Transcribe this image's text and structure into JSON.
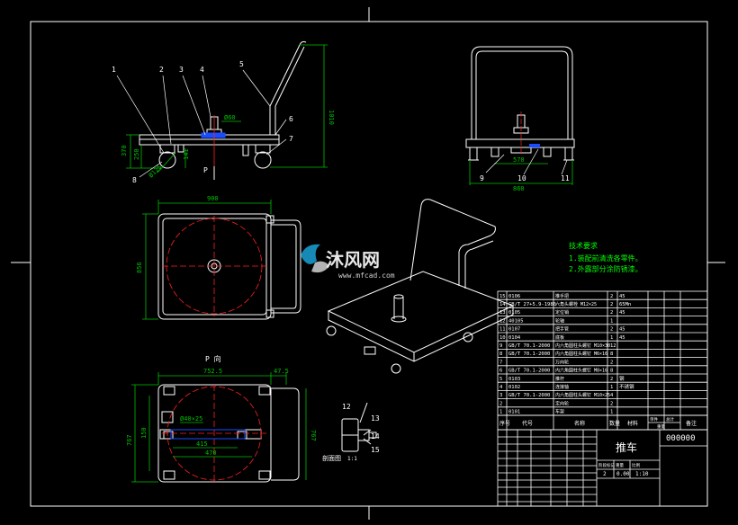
{
  "colors": {
    "background": "#000000",
    "outline": "#ffffff",
    "dimension": "#00c000",
    "centerline": "#ff2020",
    "leader": "#ffffff",
    "hidden": "#4060ff",
    "note": "#00ff00",
    "accent": "#ffff00",
    "watermark": "#1aa1d6"
  },
  "watermark": {
    "brand": "沐风网",
    "url": "www.mfcad.com"
  },
  "balloons": [
    "1",
    "2",
    "3",
    "4",
    "5",
    "6",
    "7",
    "8",
    "9",
    "10",
    "11",
    "12",
    "13",
    "14",
    "15"
  ],
  "dims": {
    "side_height": "1010",
    "side_h1": "370",
    "side_h2": "250",
    "side_h3": "141",
    "side_wheel": "Ø125",
    "side_handle": "Ø60",
    "front_w1": "570",
    "front_w2": "860",
    "top_width": "900",
    "top_depth": "856",
    "plan_w1": "752.5",
    "plan_w2": "47.5",
    "plan_d1": "767",
    "plan_d2": "767",
    "plan_shaft": "Ø40×25",
    "plan_a": "415",
    "plan_b": "470",
    "plan_c": "150"
  },
  "view_labels": {
    "p_mark": "P",
    "p_view": "P 向",
    "section": "剖面图",
    "section_scale": "1:1"
  },
  "notes": {
    "heading": "技术要求",
    "items": [
      "1.装配前清洗各零件。",
      "2.外露部分涂防锈漆。"
    ]
  },
  "bom": [
    {
      "no": "15",
      "code": "0106",
      "name": "推手把",
      "qty": "2",
      "mat": "45"
    },
    {
      "no": "14",
      "code": "GB/T 27+5.9-1986",
      "name": "六角头螺栓 M12×25",
      "qty": "2",
      "mat": "65Mn"
    },
    {
      "no": "13",
      "code": "0105",
      "name": "定位销",
      "qty": "2",
      "mat": "45"
    },
    {
      "no": "12",
      "code": "40105",
      "name": "轮轴",
      "qty": "1",
      "mat": ""
    },
    {
      "no": "11",
      "code": "0107",
      "name": "把手管",
      "qty": "2",
      "mat": "45"
    },
    {
      "no": "10",
      "code": "0104",
      "name": "底板",
      "qty": "1",
      "mat": "45"
    },
    {
      "no": "9",
      "code": "GB/T 70.1-2000",
      "name": "内六角圆柱头螺钉 M10×30",
      "qty": "12",
      "mat": ""
    },
    {
      "no": "8",
      "code": "GB/T 70.1-2000",
      "name": "内六角圆柱头螺钉 M6×16",
      "qty": "8",
      "mat": ""
    },
    {
      "no": "7",
      "code": "",
      "name": "万向轮",
      "qty": "2",
      "mat": ""
    },
    {
      "no": "6",
      "code": "GB/T 70.1-2000",
      "name": "内六角圆柱头螺钉 M8×16",
      "qty": "8",
      "mat": ""
    },
    {
      "no": "5",
      "code": "0103",
      "name": "推杆",
      "qty": "2",
      "mat": "钢"
    },
    {
      "no": "4",
      "code": "0102",
      "name": "连接轴",
      "qty": "1",
      "mat": "不锈钢"
    },
    {
      "no": "3",
      "code": "GB/T 70.1-2000",
      "name": "内六角圆柱头螺钉 M10×25",
      "qty": "4",
      "mat": ""
    },
    {
      "no": "2",
      "code": "",
      "name": "定向轮",
      "qty": "2",
      "mat": ""
    },
    {
      "no": "1",
      "code": "0101",
      "name": "车架",
      "qty": "1",
      "mat": ""
    }
  ],
  "bom_header": {
    "no": "序号",
    "code": "代号",
    "name": "名称",
    "qty": "数量",
    "mat": "材料",
    "unit": "单件",
    "total": "总计",
    "weight": "重量",
    "remark": "备注"
  },
  "title_block": {
    "title": "推车",
    "drawing_no": "000000",
    "stage": "阶段标记",
    "weight": "重量",
    "scale": "比例",
    "qty_value": "2",
    "weight_value": "0.00",
    "scale_value": "1:10"
  }
}
